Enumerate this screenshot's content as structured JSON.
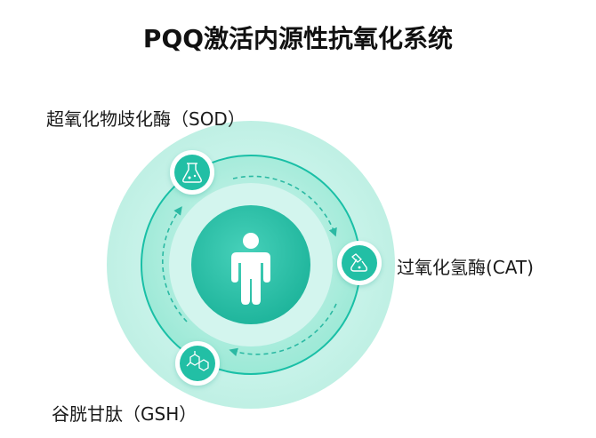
{
  "title": "PQQ激活内源性抗氧化系统",
  "nodes": {
    "sod": {
      "label": "超氧化物歧化酶（SOD）",
      "icon": "flask-icon"
    },
    "cat": {
      "label": "过氧化氢酶(CAT)",
      "icon": "beaker-icon"
    },
    "gsh": {
      "label": "谷胱甘肽（GSH）",
      "icon": "molecule-icon"
    },
    "center": {
      "icon": "person-icon"
    }
  },
  "colors": {
    "outer_glow": "#d9f7f1",
    "ring_fill": "#aeeedf",
    "ring_stroke": "#19bfa6",
    "inner_fill": "#cdf3ea",
    "center_fill": "#2cc3aa",
    "node_fill": "#22bfa5",
    "arrow": "#2bb9a3"
  }
}
